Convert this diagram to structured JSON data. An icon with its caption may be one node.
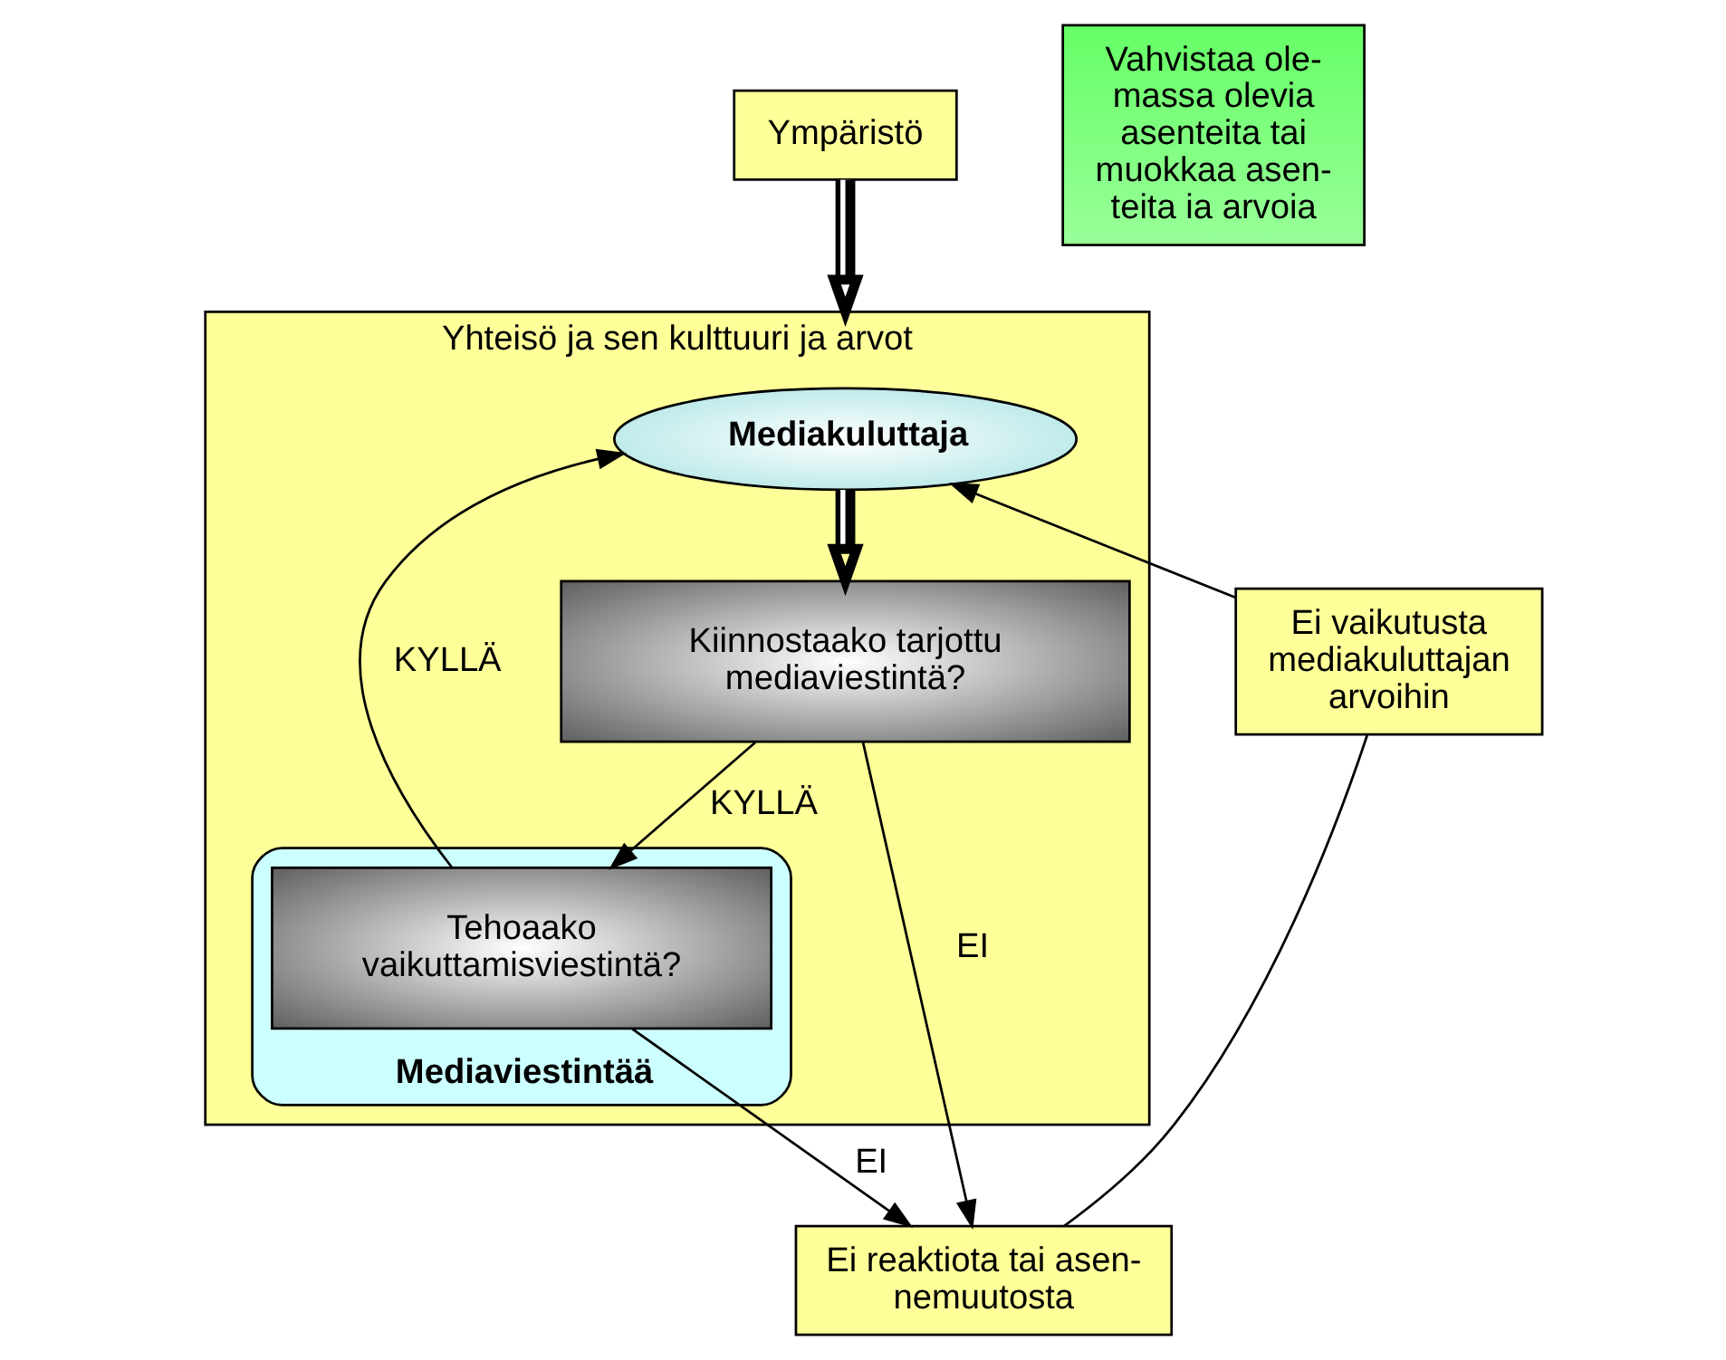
{
  "diagram": {
    "nodes": [
      {
        "text": [
          "Ympäristö"
        ]
      },
      {
        "text": [
          "Yhteisö ja sen kulttuuri ja arvot"
        ]
      },
      {
        "text": [
          "Mediakuluttaja"
        ],
        "in": 1
      },
      {
        "text": [
          "Kiinnostaako tarjottu mediaviestintä?"
        ],
        "in": 1
      },
      {
        "text": [
          "Mediaviestintää"
        ],
        "in": 1
      },
      {
        "text": [
          "Tehoaako vaikuttamisviestintä?"
        ],
        "in": 4
      },
      {
        "text": [
          "Ei vaikutusta mediakuluttajan arvoihin"
        ]
      },
      {
        "text": [
          "Ei reaktiota tai asen- nemuutosta"
        ]
      },
      {
        "text": [
          "Vahvistaa ole- massa olevia asenteita tai muokkaa asen- teita ia arvoia"
        ]
      }
    ],
    "edges": [
      {
        "from": 0,
        "to": 1,
        "arrow": "to",
        "style": "thick"
      },
      {
        "from": 2,
        "to": 3,
        "arrow": "to",
        "style": "thick"
      },
      {
        "from": 3,
        "to": 5,
        "arrow": "to",
        "label": "KYLLÄ"
      },
      {
        "from": 3,
        "to": 7,
        "arrow": "to",
        "label": "EI"
      },
      {
        "from": 5,
        "to": 2,
        "arrow": "to",
        "label": "KYLLÄ"
      },
      {
        "from": 5,
        "to": 7,
        "arrow": "to",
        "label": "EI"
      },
      {
        "from": 7,
        "to": 6,
        "arrow": "none"
      },
      {
        "from": 6,
        "to": 2,
        "arrow": "to"
      }
    ]
  }
}
